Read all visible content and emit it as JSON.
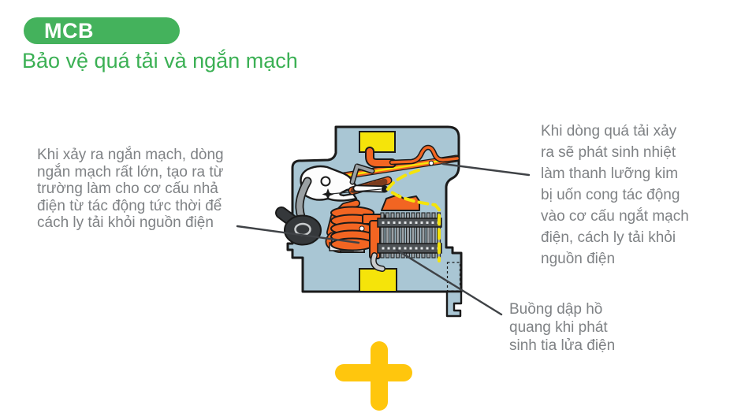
{
  "header": {
    "badge_label": "MCB",
    "subtitle": "Bảo vệ quá tải và ngắn mạch"
  },
  "annotations": {
    "short_circuit": {
      "lines": [
        "Khi xảy ra ngắn mạch, dòng",
        "ngắn mạch rất lớn, tạo ra từ",
        "trường làm cho cơ cấu nhả",
        "điện từ tác động tức thời để",
        "cách ly tải khỏi nguồn điện"
      ]
    },
    "overload": {
      "lines": [
        "Khi dòng quá tải xảy",
        "ra sẽ phát sinh nhiệt",
        "làm thanh lưỡng kim",
        "bị uốn cong tác động",
        "vào cơ cấu ngắt mạch",
        "điện, cách ly tải khỏi",
        "nguồn điện"
      ]
    },
    "arc_chamber": {
      "lines": [
        "Buồng dập hồ",
        "quang khi phát",
        "sinh tia lửa điện"
      ]
    }
  },
  "diagram": {
    "name": "mcb-cross-section-illustration",
    "components": [
      "mcb-body",
      "top-terminal",
      "bottom-terminal",
      "toggle-lever",
      "trip-cam",
      "solenoid-coil",
      "bimetal-strip",
      "arc-chute",
      "current-path-dashed",
      "din-rail-clip"
    ]
  },
  "colors": {
    "green": "#44b25c",
    "green_text": "#3bb054",
    "gray_text": "#7f8285",
    "body_blue": "#a9c6d4",
    "orange": "#f26522",
    "yellow": "#f5e40a",
    "plus_yellow": "#ffc60d",
    "outline": "#1a1a1a"
  }
}
